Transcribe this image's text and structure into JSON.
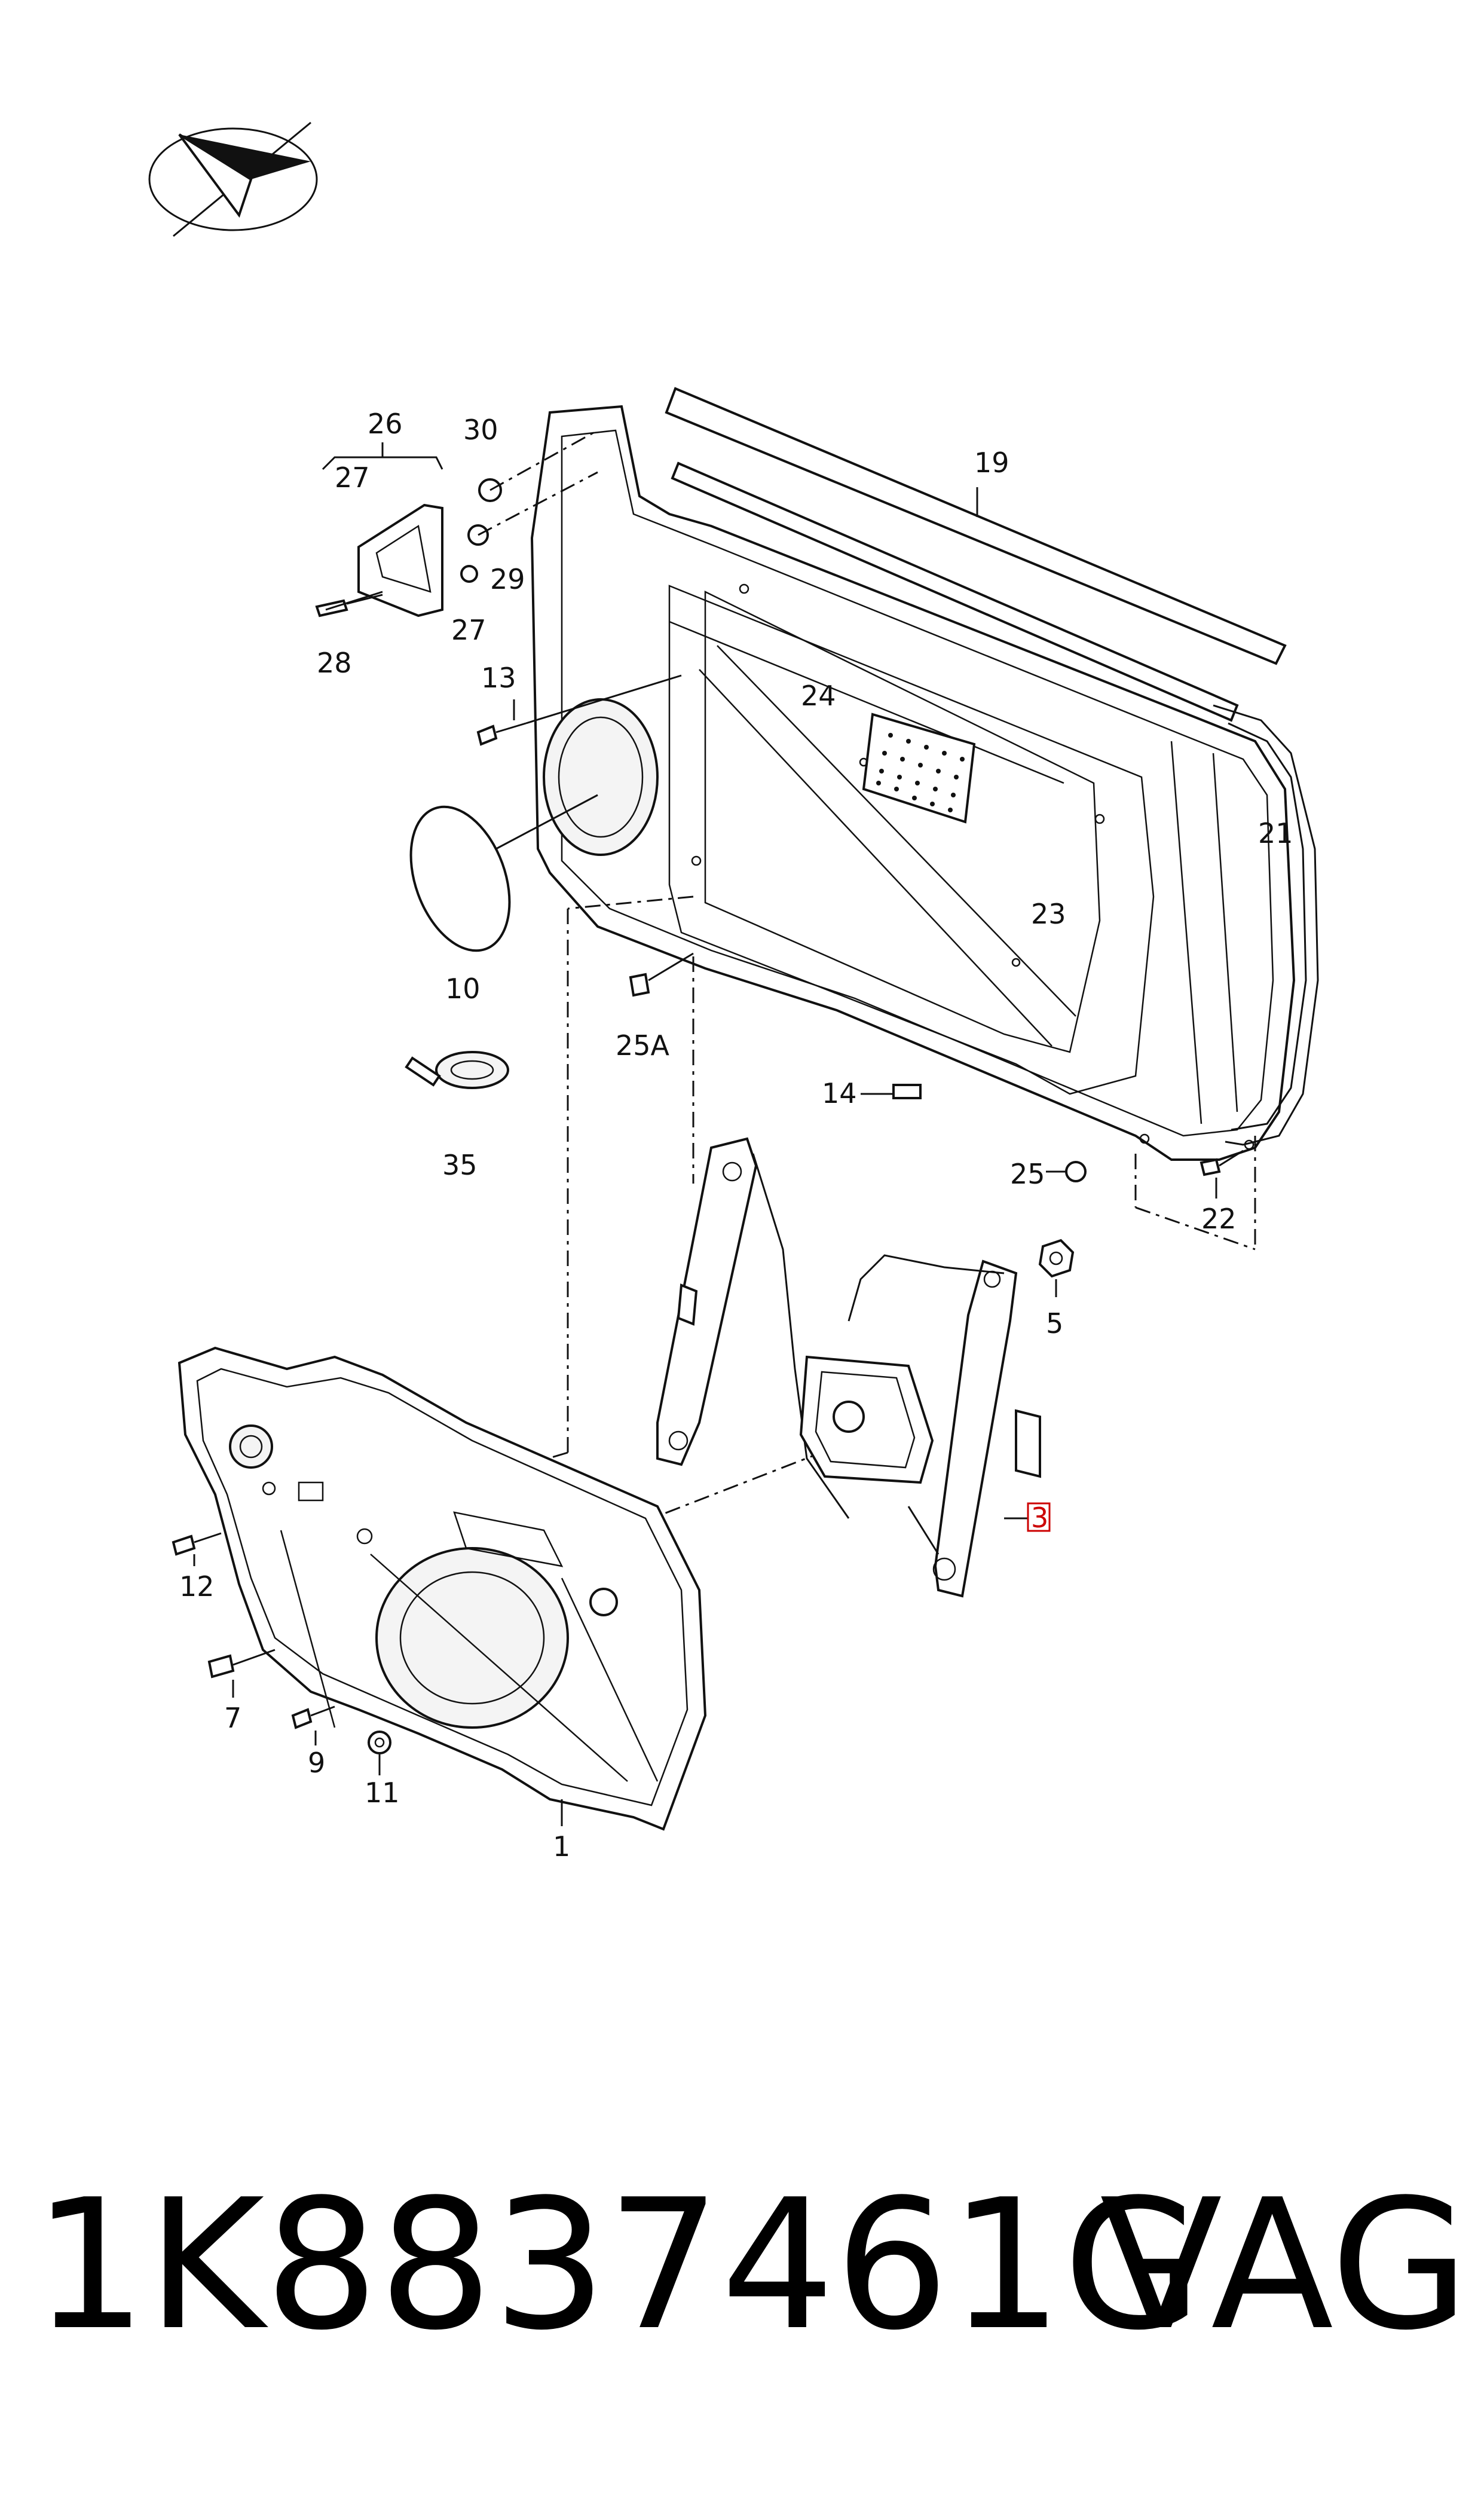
{
  "callouts": {
    "c1": "1",
    "c3": "3",
    "c5": "5",
    "c7": "7",
    "c9": "9",
    "c10": "10",
    "c11": "11",
    "c12": "12",
    "c13": "13",
    "c14": "14",
    "c19": "19",
    "c21": "21",
    "c22": "22",
    "c23": "23",
    "c24": "24",
    "c25": "25",
    "c25a": "25A",
    "c26": "26",
    "c27a": "27",
    "c27b": "27",
    "c28": "28",
    "c29": "29",
    "c30": "30",
    "c35": "35"
  },
  "highlight_color": "#cc0000",
  "footer": {
    "part_number": "1K8837461G",
    "brand": "VAG"
  },
  "logo": {
    "icon": "direction-arrow-logo-icon"
  }
}
